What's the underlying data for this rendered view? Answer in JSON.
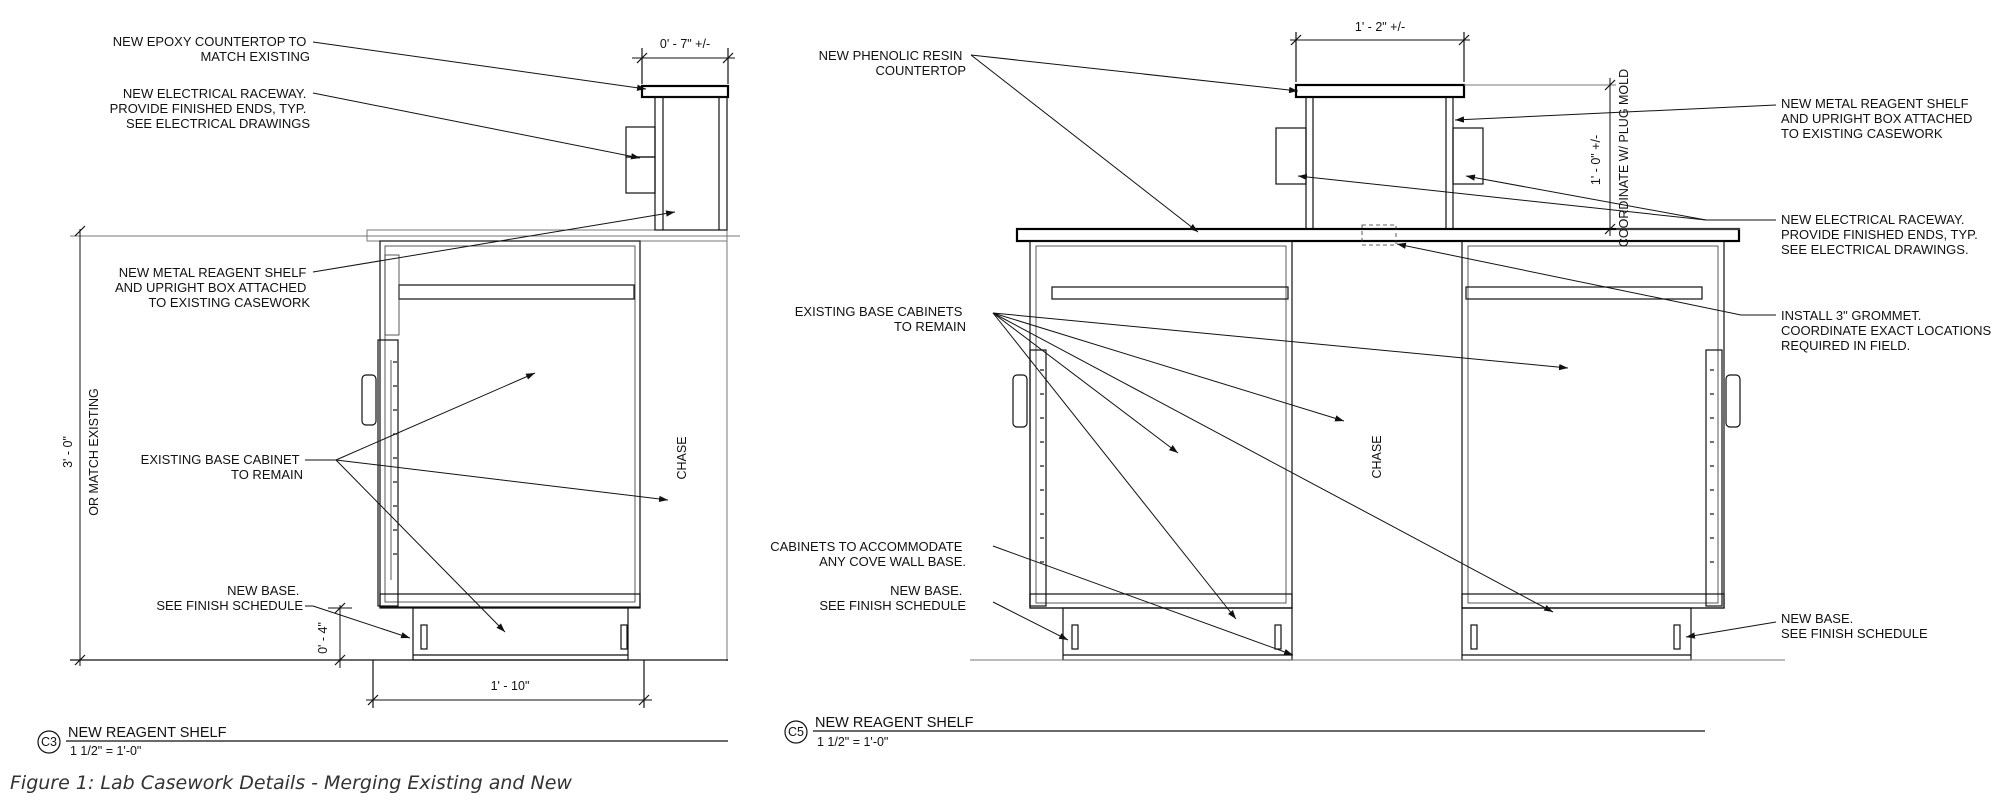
{
  "caption": "Figure 1: Lab Casework Details - Merging Existing and New",
  "c3": {
    "tag": "C3",
    "title": "NEW REAGENT SHELF",
    "scale": "1 1/2\" = 1'-0\"",
    "notes": {
      "epoxy": [
        "NEW EPOXY COUNTERTOP TO",
        "MATCH EXISTING"
      ],
      "raceway": [
        "NEW ELECTRICAL RACEWAY.",
        "PROVIDE FINISHED ENDS, TYP.",
        "SEE ELECTRICAL DRAWINGS"
      ],
      "shelf": [
        "NEW METAL REAGENT SHELF",
        "AND UPRIGHT BOX ATTACHED",
        "TO EXISTING CASEWORK"
      ],
      "cabinet": [
        "EXISTING BASE CABINET",
        "TO REMAIN"
      ],
      "base": [
        "NEW BASE.",
        "SEE FINISH SCHEDULE"
      ]
    },
    "dims": {
      "top": "0' - 7\" +/-",
      "height": "3' - 0\"",
      "height2": "OR MATCH EXISTING",
      "base": "0' - 4\"",
      "width": "1' - 10\""
    },
    "chase": "CHASE"
  },
  "c5": {
    "tag": "C5",
    "title": "NEW REAGENT SHELF",
    "scale": "1 1/2\" = 1'-0\"",
    "notes": {
      "resin": [
        "NEW PHENOLIC RESIN",
        "COUNTERTOP"
      ],
      "cabinets": [
        "EXISTING BASE CABINETS",
        "TO REMAIN"
      ],
      "cove": [
        "CABINETS TO ACCOMMODATE",
        "ANY COVE WALL BASE."
      ],
      "base_left": [
        "NEW BASE.",
        "SEE FINISH SCHEDULE"
      ],
      "shelf": [
        "NEW METAL REAGENT SHELF",
        "AND UPRIGHT BOX ATTACHED",
        "TO EXISTING CASEWORK"
      ],
      "raceway": [
        "NEW ELECTRICAL RACEWAY.",
        "PROVIDE FINISHED ENDS, TYP.",
        "SEE ELECTRICAL DRAWINGS."
      ],
      "grommet": [
        "INSTALL 3\" GROMMET.",
        "COORDINATE EXACT LOCATIONS",
        "REQUIRED IN FIELD."
      ],
      "base_right": [
        "NEW BASE.",
        "SEE FINISH SCHEDULE"
      ]
    },
    "dims": {
      "top": "1' - 2\" +/-",
      "height": "1' - 0\" +/-",
      "coordinate": "COORDINATE W/ PLUG MOLD"
    },
    "chase": "CHASE"
  }
}
